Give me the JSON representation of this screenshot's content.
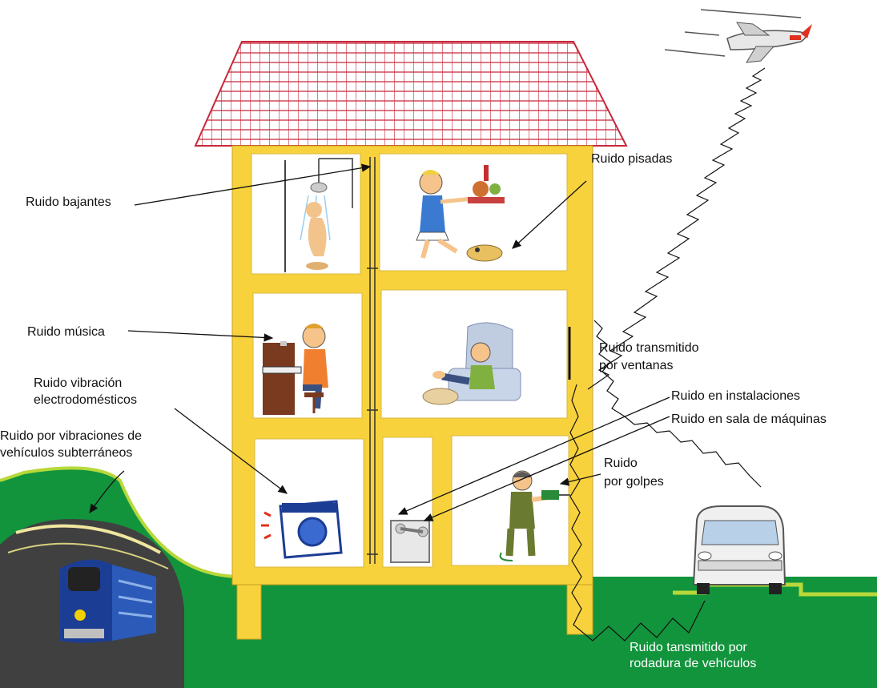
{
  "labels": {
    "ruido_bajantes": "Ruido bajantes",
    "ruido_pisadas": "Ruido pisadas",
    "ruido_musica": "Ruido música",
    "ruido_vibracion_line1": "Ruido vibración",
    "ruido_vibracion_line2": "electrodomésticos",
    "ruido_subterraneos_line1": "Ruido por vibraciones de",
    "ruido_subterraneos_line2": "vehículos subterráneos",
    "ruido_ventanas_line1": "Ruido transmitido",
    "ruido_ventanas_line2": "por ventanas",
    "ruido_instalaciones": "Ruido en instalaciones",
    "ruido_sala_maquinas": "Ruido en sala de máquinas",
    "ruido_golpes_line1": "Ruido",
    "ruido_golpes_line2": "por golpes",
    "ruido_rodadura_line1": "Ruido tansmitido por",
    "ruido_rodadura_line2": "rodadura de vehículos"
  },
  "colors": {
    "house_frame": "#f8d23c",
    "roof": "#c8283c",
    "ground": "#12943c",
    "ground_edge": "#b8d83a",
    "tunnel": "#404040",
    "train": "#1c3d94",
    "van": "#e8e8e8"
  }
}
